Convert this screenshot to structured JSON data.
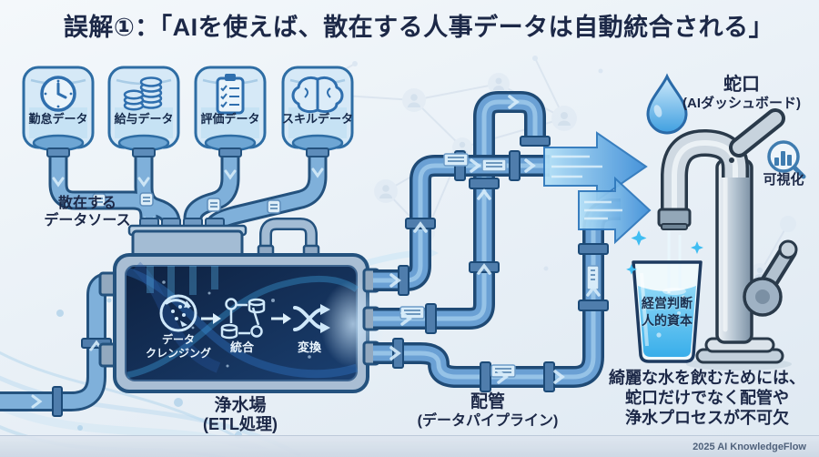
{
  "title": "誤解①：「AIを使えば、散在する人事データは自動統合される」",
  "sources": {
    "caption": {
      "line1": "散在する",
      "line2": "データソース"
    },
    "tanks": [
      {
        "label": "勤怠データ",
        "icon": "clock-icon"
      },
      {
        "label": "給与データ",
        "icon": "coins-icon"
      },
      {
        "label": "評価データ",
        "icon": "clipboard-icon"
      },
      {
        "label": "スキルデータ",
        "icon": "brain-icon"
      }
    ]
  },
  "plant": {
    "caption": {
      "line1": "浄水場",
      "line2": "(ETL処理)"
    },
    "steps": {
      "cleansing": {
        "line1": "データ",
        "line2": "クレンジング",
        "icon": "filter-icon"
      },
      "integration": {
        "label": "統合",
        "icon": "merge-icon"
      },
      "transformation": {
        "label": "変換",
        "icon": "shuffle-icon"
      }
    }
  },
  "pipeline": {
    "caption": {
      "line1": "配管",
      "line2": "(データパイプライン)"
    }
  },
  "faucet": {
    "caption": {
      "line1": "蛇口",
      "line2": "(AIダッシュボード)"
    },
    "icon": "water-drop-icon"
  },
  "visualization": {
    "label": "可視化",
    "icon": "magnifier-chart-icon"
  },
  "glass": {
    "line1": "経営判断",
    "line2": "人的資本"
  },
  "message": {
    "line1": "綺麗な水を飲むためには、",
    "line2": "蛇口だけでなく配管や",
    "line3": "浄水プロセスが不可欠"
  },
  "footer": {
    "credit": "2025 AI KnowledgeFlow"
  },
  "colors": {
    "title_text": "#1c2847",
    "pipe_outline": "#1f4a75",
    "pipe_body": "#6aa0d4",
    "water_blue": "#2d9fe8",
    "plant_dark": "#102647",
    "arrow_blue": "#3f8fd8"
  }
}
